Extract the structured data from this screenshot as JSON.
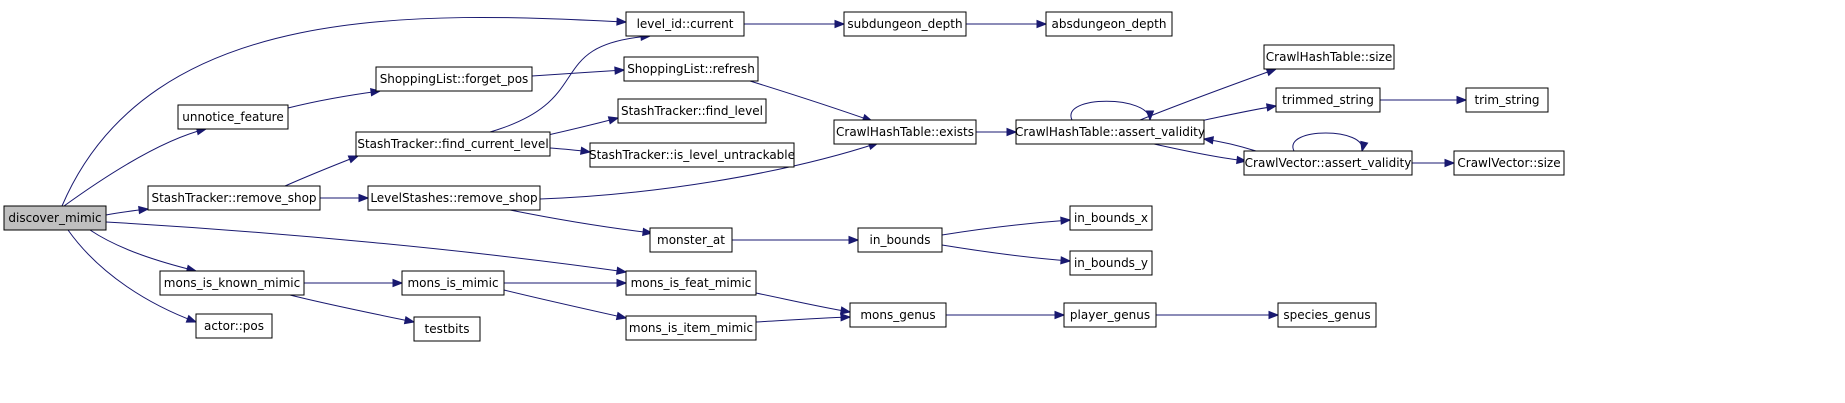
{
  "colors": {
    "edge": "#191970",
    "node_fill": "#ffffff",
    "root_fill": "#bfbfbf",
    "node_border": "#000000"
  },
  "nodes": {
    "discover_mimic": "discover_mimic",
    "unnotice_feature": "unnotice_feature",
    "stash_remove_shop": "StashTracker::remove_shop",
    "mons_is_known_mimic": "mons_is_known_mimic",
    "actor_pos": "actor::pos",
    "level_id_current": "level_id::current",
    "shopping_forget_pos": "ShoppingList::forget_pos",
    "stash_find_current_level": "StashTracker::find_current_level",
    "levelstashes_remove_shop": "LevelStashes::remove_shop",
    "mons_is_mimic": "mons_is_mimic",
    "testbits": "testbits",
    "subdungeon_depth": "subdungeon_depth",
    "absdungeon_depth": "absdungeon_depth",
    "shopping_refresh": "ShoppingList::refresh",
    "stash_find_level": "StashTracker::find_level",
    "stash_is_level_untrackable": "StashTracker::is_level_untrackable",
    "monster_at": "monster_at",
    "mons_is_feat_mimic": "mons_is_feat_mimic",
    "mons_is_item_mimic": "mons_is_item_mimic",
    "crawlhashtable_exists": "CrawlHashTable::exists",
    "in_bounds": "in_bounds",
    "mons_genus": "mons_genus",
    "crawlhashtable_assert_validity": "CrawlHashTable::assert_validity",
    "in_bounds_x": "in_bounds_x",
    "in_bounds_y": "in_bounds_y",
    "player_genus": "player_genus",
    "crawlhashtable_size": "CrawlHashTable::size",
    "trimmed_string": "trimmed_string",
    "crawlvector_assert_validity": "CrawlVector::assert_validity",
    "species_genus": "species_genus",
    "trim_string": "trim_string",
    "crawlvector_size": "CrawlVector::size"
  }
}
